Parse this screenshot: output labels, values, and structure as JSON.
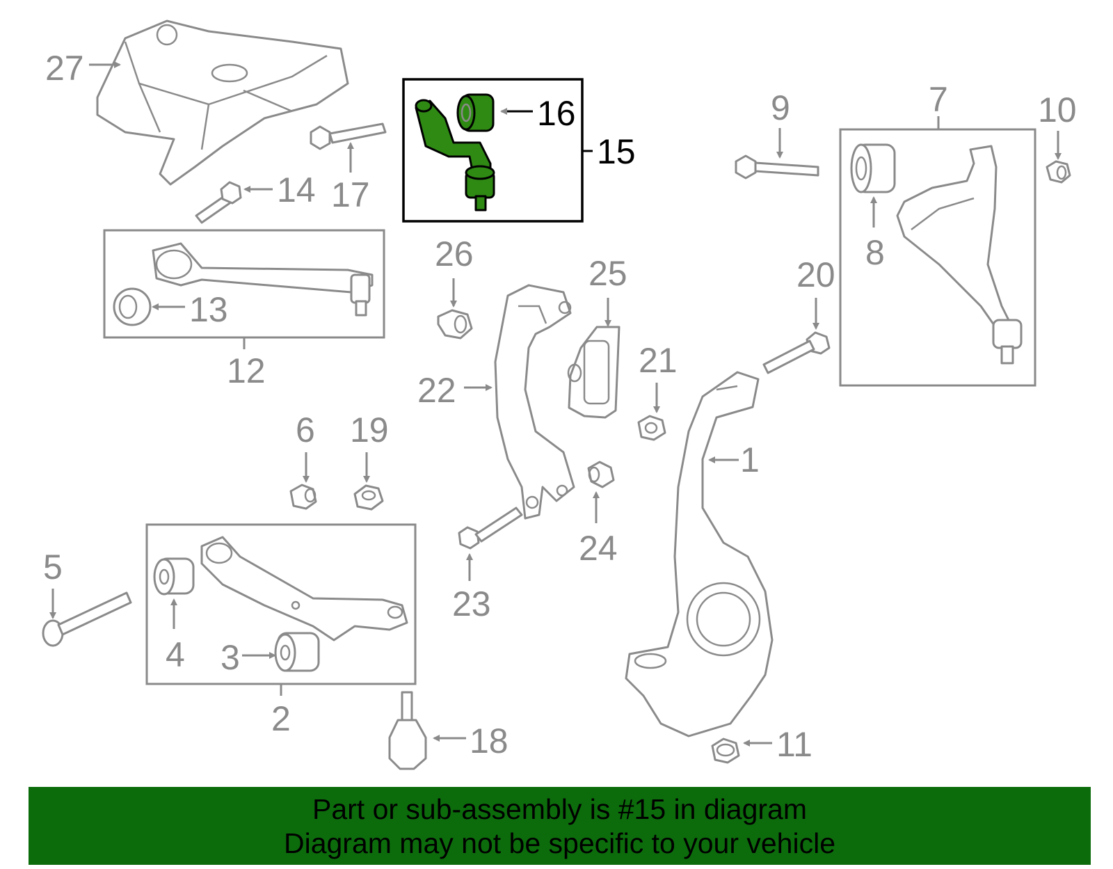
{
  "diagram": {
    "highlighted_part": "15",
    "labels": {
      "p1": "1",
      "p2": "2",
      "p3": "3",
      "p4": "4",
      "p5": "5",
      "p6": "6",
      "p7": "7",
      "p8": "8",
      "p9": "9",
      "p10": "10",
      "p11": "11",
      "p12": "12",
      "p13": "13",
      "p14": "14",
      "p15": "15",
      "p16": "16",
      "p17": "17",
      "p18": "18",
      "p19": "19",
      "p20": "20",
      "p21": "21",
      "p22": "22",
      "p23": "23",
      "p24": "24",
      "p25": "25",
      "p26": "26",
      "p27": "27"
    }
  },
  "banner": {
    "line1": "Part or sub-assembly is #15 in diagram",
    "line2": "Diagram may not be specific to your vehicle"
  },
  "colors": {
    "highlight": "#2f8a14",
    "banner": "#0c6c0c",
    "part_line": "#8a8a8a"
  }
}
